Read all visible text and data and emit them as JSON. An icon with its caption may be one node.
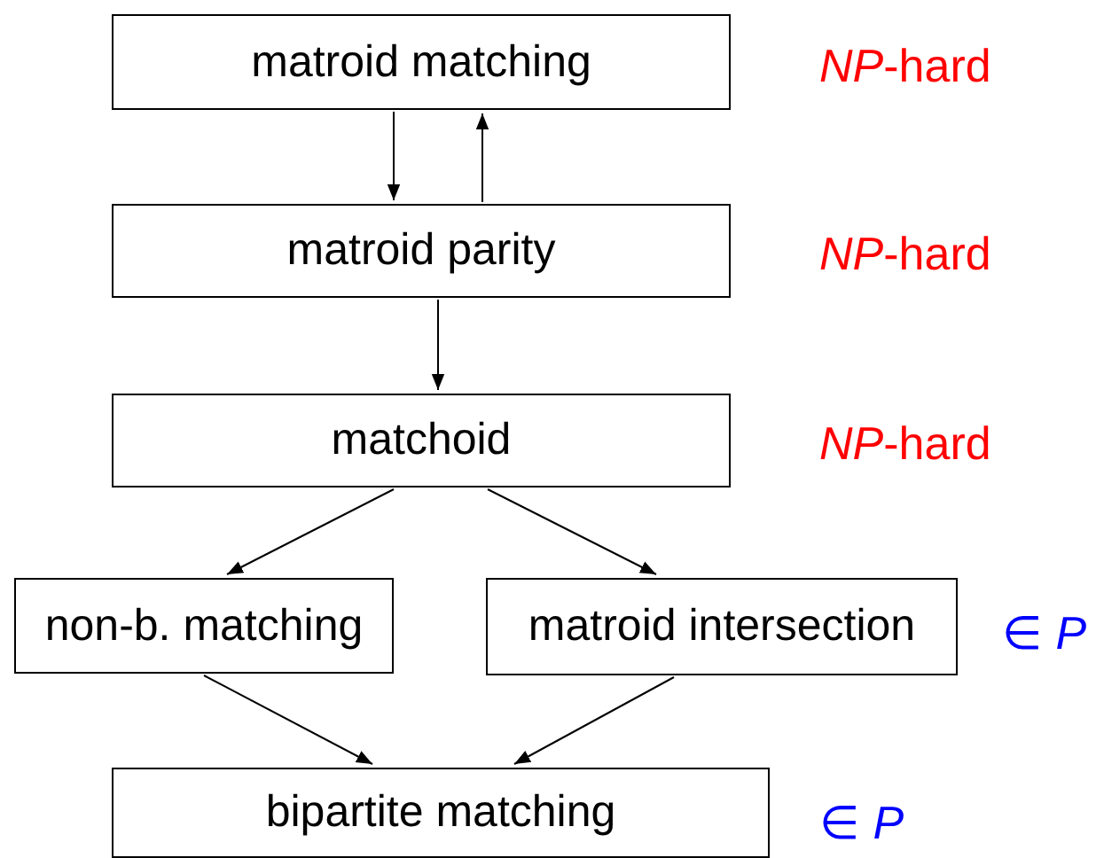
{
  "diagram": {
    "nodes": [
      {
        "text": [
          "matroid matching"
        ],
        "beside": [
          "*NP*-hard"
        ]
      },
      {
        "text": [
          "matroid parity"
        ],
        "beside": [
          "*NP*-hard"
        ]
      },
      {
        "text": [
          "matchoid"
        ],
        "beside": [
          "*NP*-hard"
        ]
      },
      {
        "text": [
          "non-b. matching"
        ]
      },
      {
        "text": [
          "matroid intersection"
        ],
        "beside": [
          "∈ *P*"
        ]
      },
      {
        "text": [
          "bipartite matching"
        ],
        "beside": [
          "∈ *P*"
        ]
      }
    ],
    "edges": [
      {
        "from": 0,
        "to": 1,
        "arrow": "to"
      },
      {
        "from": 1,
        "to": 0,
        "arrow": "to"
      },
      {
        "from": 1,
        "to": 2,
        "arrow": "to"
      },
      {
        "from": 2,
        "to": 3,
        "arrow": "to"
      },
      {
        "from": 2,
        "to": 4,
        "arrow": "to"
      },
      {
        "from": 3,
        "to": 5,
        "arrow": "to"
      },
      {
        "from": 4,
        "to": 5,
        "arrow": "to"
      }
    ]
  }
}
